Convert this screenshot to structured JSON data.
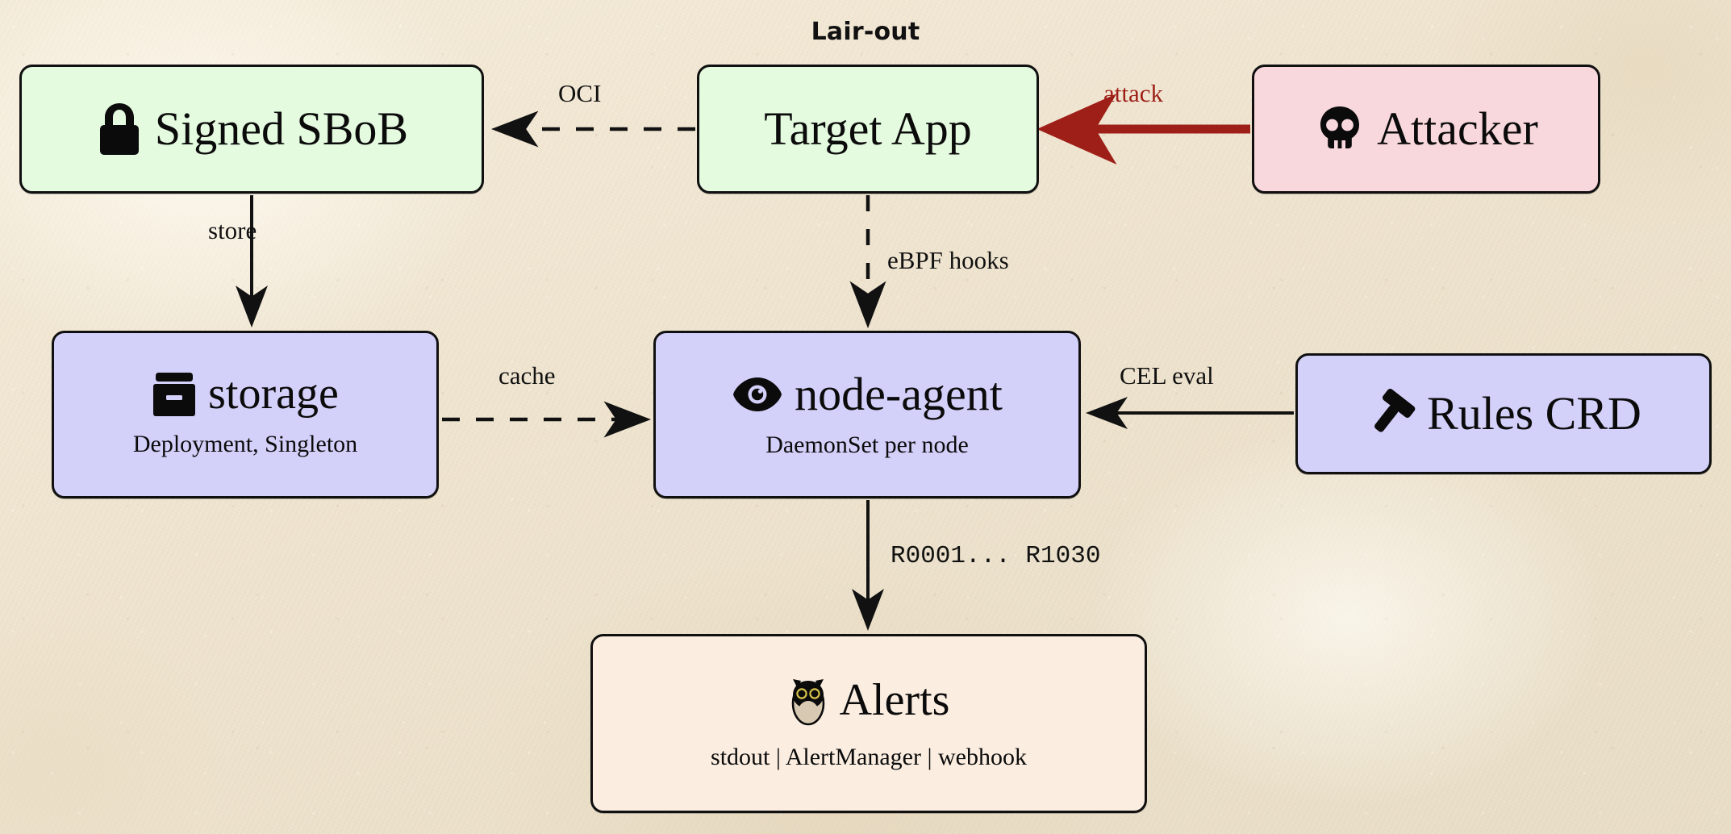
{
  "diagram": {
    "title": "Lair-out",
    "background_color": "#f2e8d3",
    "stroke_color": "#101010"
  },
  "nodes": [
    {
      "id": "signed-sbob",
      "label": "Signed SBoB",
      "subtitle": "",
      "icon": "lock-icon",
      "icon_glyph": "🔒",
      "fill": "#e4fbe0"
    },
    {
      "id": "target-app",
      "label": "Target App",
      "subtitle": "",
      "icon": "",
      "icon_glyph": "",
      "fill": "#e4fbe0"
    },
    {
      "id": "attacker",
      "label": "Attacker",
      "subtitle": "",
      "icon": "skull-icon",
      "icon_glyph": "💀",
      "fill": "#f8d7dd"
    },
    {
      "id": "storage",
      "label": "storage",
      "subtitle": "Deployment, Singleton",
      "icon": "card-file-box-icon",
      "icon_glyph": "🗃",
      "fill": "#d3d0fa"
    },
    {
      "id": "node-agent",
      "label": "node-agent",
      "subtitle": "DaemonSet per node",
      "icon": "eye-icon",
      "icon_glyph": "👁",
      "fill": "#d3d0fa"
    },
    {
      "id": "rules-crd",
      "label": "Rules CRD",
      "subtitle": "",
      "icon": "hammer-icon",
      "icon_glyph": "🔨",
      "fill": "#d3d0fa"
    },
    {
      "id": "alerts",
      "label": "Alerts",
      "subtitle": "stdout | AlertManager | webhook",
      "icon": "owl-icon",
      "icon_glyph": "🦉",
      "fill": "#fbeee1"
    }
  ],
  "edges": [
    {
      "id": "oci",
      "label": "OCI",
      "from": "target-app",
      "to": "signed-sbob",
      "style": "dashed",
      "color": "#111111"
    },
    {
      "id": "attack",
      "label": "attack",
      "from": "attacker",
      "to": "target-app",
      "style": "solid-thick",
      "color": "#9e1f18"
    },
    {
      "id": "store",
      "label": "store",
      "from": "signed-sbob",
      "to": "storage",
      "style": "solid",
      "color": "#111111"
    },
    {
      "id": "ebpf-hooks",
      "label": "eBPF hooks",
      "from": "target-app",
      "to": "node-agent",
      "style": "dashed",
      "color": "#111111"
    },
    {
      "id": "cache",
      "label": "cache",
      "from": "storage",
      "to": "node-agent",
      "style": "dashed",
      "color": "#111111"
    },
    {
      "id": "cel-eval",
      "label": "CEL eval",
      "from": "rules-crd",
      "to": "node-agent",
      "style": "solid",
      "color": "#111111"
    },
    {
      "id": "rule-range",
      "label": "R0001... R1030",
      "from": "node-agent",
      "to": "alerts",
      "style": "solid",
      "color": "#111111"
    }
  ]
}
